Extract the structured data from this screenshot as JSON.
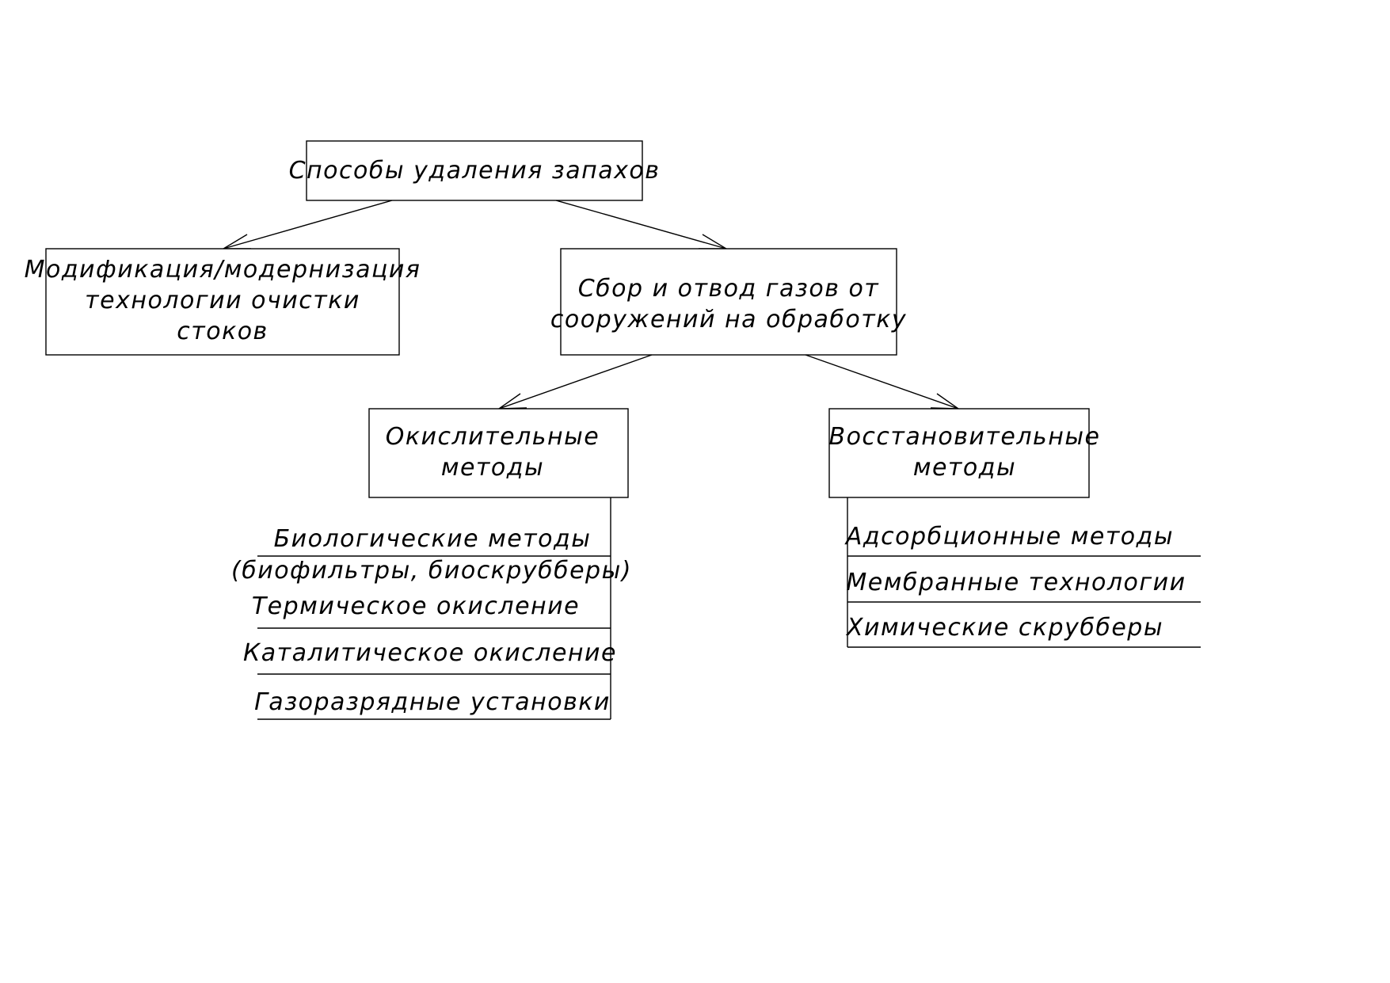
{
  "root": {
    "label": "Способы удаления запахов"
  },
  "left_branch": {
    "label_lines": [
      "Модификация/модернизация",
      "технологии очистки",
      "стоков"
    ]
  },
  "right_branch": {
    "label_lines": [
      "Сбор и отвод газов от",
      "сооружений на обработку"
    ]
  },
  "oxidative": {
    "label_lines": [
      "Окислительные",
      "методы"
    ],
    "items": [
      {
        "lines": [
          "Биологические методы",
          "(биофильтры, биоскрубберы)"
        ]
      },
      {
        "lines": [
          "Термическое окисление"
        ]
      },
      {
        "lines": [
          "Каталитическое окисление"
        ]
      },
      {
        "lines": [
          "Газоразрядные установки"
        ]
      }
    ]
  },
  "reductive": {
    "label_lines": [
      "Восстановительные",
      "методы"
    ],
    "items": [
      {
        "lines": [
          "Адсорбционные методы"
        ]
      },
      {
        "lines": [
          "Мембранные технологии"
        ]
      },
      {
        "lines": [
          "Химические скрубберы"
        ]
      }
    ]
  },
  "colors": {
    "stroke": "#000000",
    "background": "#ffffff"
  }
}
